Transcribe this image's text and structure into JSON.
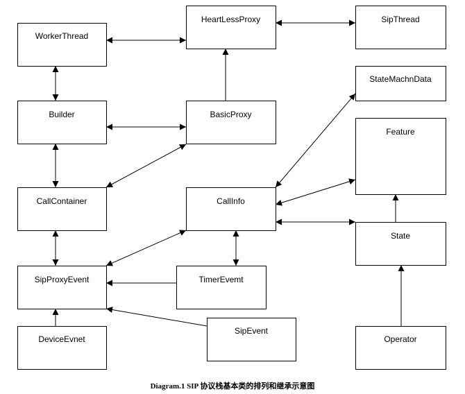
{
  "nodes": [
    {
      "id": "workerthread",
      "label": "WorkerThread"
    },
    {
      "id": "heartlessproxy",
      "label": "HeartLessProxy"
    },
    {
      "id": "sipthread",
      "label": "SipThread"
    },
    {
      "id": "statemachndata",
      "label": "StateMachnData"
    },
    {
      "id": "builder",
      "label": "Builder"
    },
    {
      "id": "basicproxy",
      "label": "BasicProxy"
    },
    {
      "id": "feature",
      "label": "Feature"
    },
    {
      "id": "callcontainer",
      "label": "CallContainer"
    },
    {
      "id": "callinfo",
      "label": "CallInfo"
    },
    {
      "id": "state",
      "label": "State"
    },
    {
      "id": "sipproxyevent",
      "label": "SipProxyEvent"
    },
    {
      "id": "timerevemt",
      "label": "TimerEvemt"
    },
    {
      "id": "deviceevnet",
      "label": "DeviceEvnet"
    },
    {
      "id": "sipevent",
      "label": "SipEvent"
    },
    {
      "id": "operator",
      "label": "Operator"
    }
  ],
  "edges": [
    {
      "from": "workerthread",
      "to": "heartlessproxy",
      "arrows": "both"
    },
    {
      "from": "heartlessproxy",
      "to": "sipthread",
      "arrows": "both"
    },
    {
      "from": "workerthread",
      "to": "builder",
      "arrows": "both"
    },
    {
      "from": "basicproxy",
      "to": "heartlessproxy",
      "arrows": "to"
    },
    {
      "from": "builder",
      "to": "basicproxy",
      "arrows": "both"
    },
    {
      "from": "builder",
      "to": "callcontainer",
      "arrows": "both"
    },
    {
      "from": "basicproxy",
      "to": "callcontainer",
      "arrows": "both"
    },
    {
      "from": "callinfo",
      "to": "statemachndata",
      "arrows": "both"
    },
    {
      "from": "callinfo",
      "to": "feature",
      "arrows": "both"
    },
    {
      "from": "state",
      "to": "feature",
      "arrows": "to"
    },
    {
      "from": "callinfo",
      "to": "state",
      "arrows": "both"
    },
    {
      "from": "callcontainer",
      "to": "sipproxyevent",
      "arrows": "both"
    },
    {
      "from": "sipproxyevent",
      "to": "callinfo",
      "arrows": "both"
    },
    {
      "from": "callinfo",
      "to": "timerevemt",
      "arrows": "both"
    },
    {
      "from": "timerevemt",
      "to": "sipproxyevent",
      "arrows": "to"
    },
    {
      "from": "deviceevnet",
      "to": "sipproxyevent",
      "arrows": "to"
    },
    {
      "from": "sipevent",
      "to": "sipproxyevent",
      "arrows": "to"
    },
    {
      "from": "operator",
      "to": "state",
      "arrows": "to"
    }
  ],
  "caption": "Diagram.1 SIP 协议栈基本类的排列和继承示意图"
}
